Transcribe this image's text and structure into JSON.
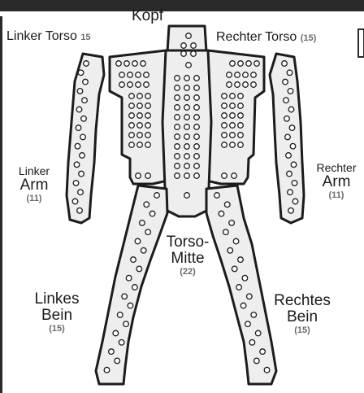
{
  "record_sheet": {
    "locations": [
      {
        "id": "head",
        "name": "Kopf"
      },
      {
        "id": "left-torso",
        "name": "Linker Torso",
        "armor": "15"
      },
      {
        "id": "right-torso",
        "name": "Rechter Torso",
        "armor": "(15)"
      },
      {
        "id": "left-arm",
        "name_line1": "Linker",
        "name_line2": "Arm",
        "armor": "(11)"
      },
      {
        "id": "right-arm",
        "name_line1": "Rechter",
        "name_line2": "Arm",
        "armor": "(11)"
      },
      {
        "id": "center-torso",
        "name_line1": "Torso-",
        "name_line2": "Mitte",
        "armor": "(22)"
      },
      {
        "id": "left-leg",
        "name_line1": "Linkes",
        "name_line2": "Bein",
        "armor": "(15)"
      },
      {
        "id": "right-leg",
        "name_line1": "Rechtes",
        "name_line2": "Bein",
        "armor": "(15)"
      }
    ]
  },
  "colors": {
    "panel": "#eeeeee",
    "outline": "#1c1c1c",
    "pip": "#ffffff",
    "header_bar": "#2a2a2a",
    "text": "#1a1a1a",
    "armor_number": "#6a6a6a"
  }
}
